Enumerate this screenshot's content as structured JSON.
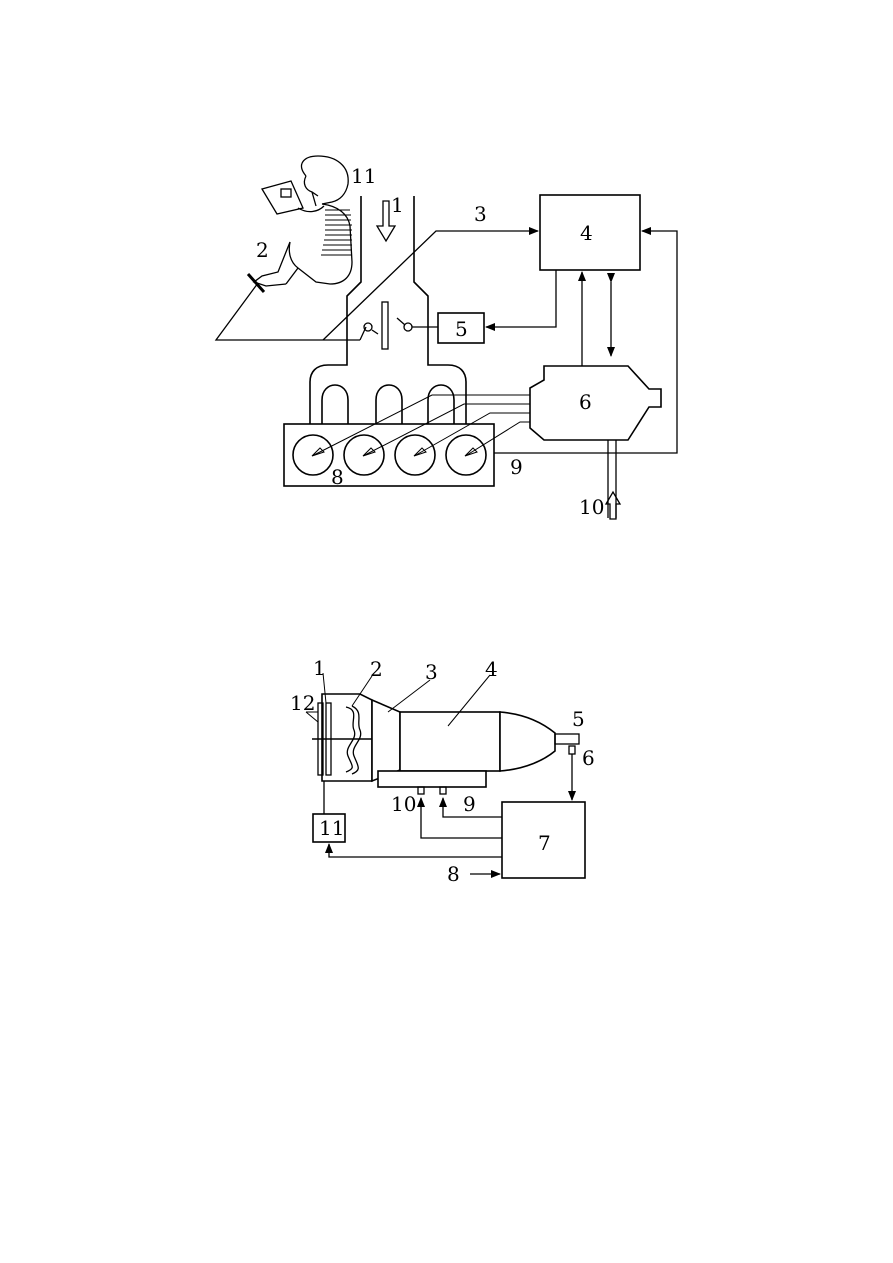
{
  "figure_top": {
    "labels": {
      "l1": "1",
      "l2": "2",
      "l3": "3",
      "l4": "4",
      "l5": "5",
      "l6": "6",
      "l8": "8",
      "l9": "9",
      "l10": "10",
      "l11": "11"
    }
  },
  "figure_bottom": {
    "labels": {
      "l1": "1",
      "l2": "2",
      "l3": "3",
      "l4": "4",
      "l5": "5",
      "l6": "6",
      "l7": "7",
      "l8": "8",
      "l9": "9",
      "l10": "10",
      "l11": "11",
      "l12": "12"
    }
  }
}
